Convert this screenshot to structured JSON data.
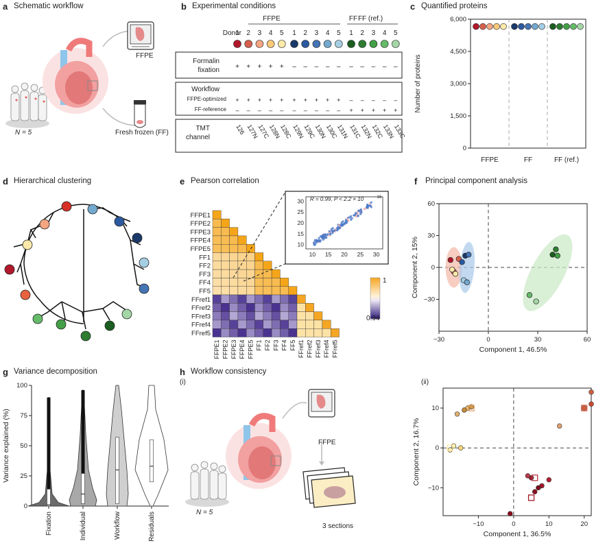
{
  "panels": {
    "a": {
      "label": "a",
      "title": "Schematic workflow",
      "ffpe": "FFPE",
      "ff": "Fresh frozen (FF)",
      "n": "N = 5"
    },
    "b": {
      "label": "b",
      "title": "Experimental conditions",
      "groups": [
        "FFPE",
        "FF",
        "FF (ref.)"
      ],
      "donor_label": "Donor",
      "donors": [
        "1",
        "2",
        "3",
        "4",
        "5",
        "1",
        "2",
        "3",
        "4",
        "5",
        "1",
        "2",
        "3",
        "4",
        "5"
      ],
      "formalin": "Formalin\nfixation",
      "formalin_label_1": "Formalin",
      "formalin_label_2": "fixation",
      "formalin_signs": [
        "+",
        "+",
        "+",
        "+",
        "+",
        "–",
        "–",
        "–",
        "–",
        "–",
        "–",
        "–",
        "–",
        "–",
        "–"
      ],
      "workflow": "Workflow",
      "ffpe_opt": "FFPE-optimized",
      "ffpe_opt_signs": [
        "+",
        "+",
        "+",
        "+",
        "+",
        "+",
        "+",
        "+",
        "+",
        "+",
        "–",
        "–",
        "–",
        "–",
        "–"
      ],
      "ff_ref": "FF-reference",
      "ff_ref_signs": [
        "–",
        "–",
        "–",
        "–",
        "–",
        "–",
        "–",
        "–",
        "–",
        "–",
        "+",
        "+",
        "+",
        "+",
        "+"
      ],
      "tmt_label_1": "TMT",
      "tmt_label_2": "channel",
      "tmt": [
        "126",
        "127N",
        "127C",
        "128N",
        "128C",
        "129N",
        "129C",
        "130N",
        "130C",
        "131N",
        "131C",
        "132N",
        "132C",
        "133N",
        "133C"
      ],
      "donor_colors": [
        "#b2182b",
        "#d6604d",
        "#f4a582",
        "#f9c97a",
        "#fde9a9",
        "#1b3a6b",
        "#2c5aa0",
        "#4575b4",
        "#74a9cf",
        "#a6cee3",
        "#1b5e20",
        "#2e7d32",
        "#43a047",
        "#66bb6a",
        "#a5d6a7"
      ]
    },
    "c": {
      "label": "c",
      "title": "Quantified proteins"
    },
    "d": {
      "label": "d",
      "title": "Hierarchical clustering"
    },
    "e": {
      "label": "e",
      "title": "Pearson correlation",
      "rows": [
        "FFPE1",
        "FFPE2",
        "FFPE3",
        "FFPE4",
        "FFPE5",
        "FF1",
        "FF2",
        "FF3",
        "FF4",
        "FF5",
        "FFref1",
        "FFref2",
        "FFref3",
        "FFref4",
        "FFref5"
      ],
      "inset_label": "R = 0.99, P < 2.2 × 10",
      "inset_exp": "−16",
      "inset_yticks": [
        "30",
        "25",
        "20",
        "15",
        "10"
      ],
      "inset_xticks": [
        "10",
        "15",
        "20",
        "25",
        "30"
      ],
      "colorbar_max": "1",
      "colorbar_min": "0.94"
    },
    "f": {
      "label": "f",
      "title": "Principal component analysis"
    },
    "g": {
      "label": "g",
      "title": "Variance decomposition"
    },
    "h": {
      "label": "h",
      "title": "Workflow consistency",
      "sub_i": "(i)",
      "sub_ii": "(ii)",
      "ffpe": "FFPE",
      "sections": "3 sections",
      "n": "N = 5"
    }
  },
  "chart_data": [
    {
      "id": "c",
      "type": "scatter",
      "title": "",
      "ylabel": "Number of proteins",
      "categories": [
        "FFPE",
        "FF",
        "FF (ref.)"
      ],
      "yticks": [
        0,
        1500,
        3000,
        4500,
        6000
      ],
      "ytick_labels": [
        "0",
        "1,500",
        "3,000",
        "4,500",
        "6,000"
      ],
      "ylim": [
        0,
        6000
      ],
      "series": [
        {
          "values": [
            5660,
            5660,
            5660,
            5660,
            5660
          ]
        },
        {
          "values": [
            5660,
            5660,
            5660,
            5660,
            5660
          ]
        },
        {
          "values": [
            5660,
            5660,
            5660,
            5660,
            5660
          ]
        }
      ]
    },
    {
      "id": "f",
      "type": "scatter",
      "xlabel": "Component 1, 46.5%",
      "ylabel": "Component 2, 15%",
      "xlim": [
        -30,
        60
      ],
      "ylim": [
        -60,
        60
      ],
      "xticks": [
        -30,
        0,
        30,
        60
      ],
      "yticks": [
        -30,
        0,
        30,
        60
      ],
      "xtick_labels": [
        "−30",
        "0",
        "30",
        "60"
      ],
      "ytick_labels": [
        "−30",
        "0",
        "30",
        "60"
      ],
      "series": [
        {
          "points": [
            [
              -23,
              7
            ],
            [
              -21,
              -4
            ],
            [
              -20,
              -6
            ],
            [
              -22,
              -2
            ],
            [
              -18,
              8
            ]
          ]
        },
        {
          "points": [
            [
              -14,
              11
            ],
            [
              -12,
              12
            ],
            [
              -15,
              -12
            ],
            [
              -13,
              -14
            ],
            [
              -16,
              5
            ]
          ]
        },
        {
          "points": [
            [
              39,
              12
            ],
            [
              41,
              17
            ],
            [
              42,
              11
            ],
            [
              25,
              -26
            ],
            [
              29,
              -32
            ]
          ]
        }
      ]
    },
    {
      "id": "g",
      "type": "violin",
      "ylabel": "Variance explained (%)",
      "categories": [
        "Fixation",
        "Individual",
        "Workflow",
        "Residuals"
      ],
      "yticks": [
        0,
        25,
        50,
        75,
        100
      ],
      "ytick_labels": [
        "0",
        "25",
        "50",
        "75",
        "100"
      ],
      "ylim": [
        0,
        100
      ],
      "medians": [
        1,
        10,
        30,
        33
      ],
      "quartiles": [
        [
          0,
          14
        ],
        [
          2,
          27
        ],
        [
          2,
          57
        ],
        [
          20,
          55
        ]
      ]
    },
    {
      "id": "h-ii",
      "type": "scatter",
      "xlabel": "Component 1, 36.5%",
      "ylabel": "Component 2, 16.7%",
      "xlim": [
        -20,
        22
      ],
      "ylim": [
        -17,
        15
      ],
      "xticks": [
        -10,
        0,
        10,
        20
      ],
      "yticks": [
        -10,
        0,
        10
      ],
      "xtick_labels": [
        "−10",
        "0",
        "10",
        "20"
      ],
      "ytick_labels": [
        "−10",
        "0",
        "10"
      ],
      "series": [
        {
          "points": [
            [
              -17,
              0.5
            ],
            [
              -18,
              -0.5
            ],
            [
              -15,
              0
            ],
            [
              -13,
              10
            ],
            [
              -12,
              10.3
            ],
            [
              -14,
              9.5
            ],
            [
              -16,
              8.5
            ],
            [
              13,
              5.5
            ],
            [
              22,
              14
            ],
            [
              22,
              11
            ],
            [
              20,
              10
            ]
          ]
        },
        {
          "points": [
            [
              5,
              -7.5
            ],
            [
              6,
              -11
            ],
            [
              8,
              -9.5
            ],
            [
              10,
              -8
            ],
            [
              7,
              -10
            ],
            [
              -1,
              -16.5
            ],
            [
              4,
              -7
            ]
          ]
        }
      ]
    }
  ]
}
